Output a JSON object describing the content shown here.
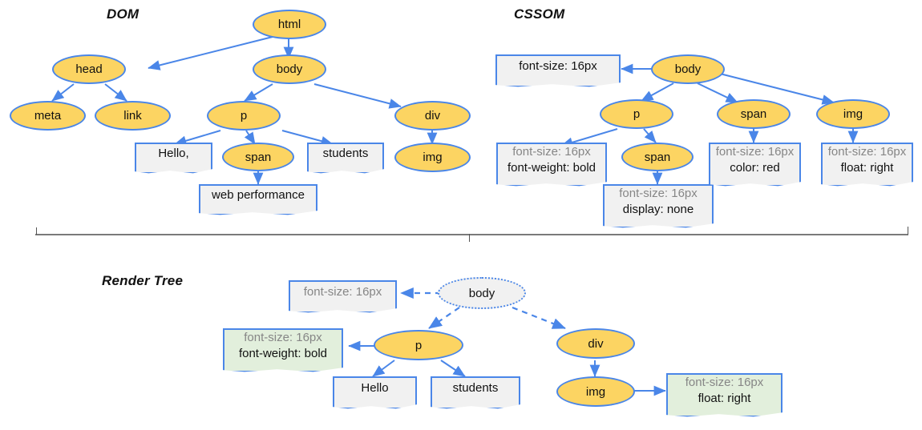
{
  "diagram": {
    "title_dom": "DOM",
    "title_cssom": "CSSOM",
    "title_render_tree": "Render Tree",
    "colors": {
      "node_fill": "#FCD462",
      "node_stroke": "#4a86e8",
      "note_fill": "#f1f1f1",
      "note_fill_green": "#e2efdc",
      "inherited_text": "#868686",
      "own_text": "#111111",
      "divider": "#7a7a7a"
    }
  },
  "dom": {
    "nodes": {
      "html": "html",
      "head": "head",
      "body": "body",
      "meta": "meta",
      "link": "link",
      "p": "p",
      "div": "div",
      "span": "span",
      "img": "img"
    },
    "text_nodes": {
      "hello": "Hello,",
      "students": "students",
      "web_performance": "web performance"
    }
  },
  "cssom": {
    "nodes": {
      "body": "body",
      "p": "p",
      "span_child_of_p": "span",
      "span": "span",
      "img": "img"
    },
    "rules": {
      "body": {
        "own": "font-size: 16px"
      },
      "p": {
        "inherited": "font-size: 16px",
        "own": "font-weight: bold"
      },
      "span_child_of_p": {
        "inherited": "font-size: 16px",
        "own": "display: none"
      },
      "span": {
        "inherited": "font-size: 16px",
        "own": "color: red"
      },
      "img": {
        "inherited": "font-size: 16px",
        "own": "float: right"
      }
    }
  },
  "render_tree": {
    "nodes": {
      "body": "body",
      "p": "p",
      "div": "div",
      "img": "img"
    },
    "text_nodes": {
      "hello": "Hello",
      "students": "students"
    },
    "rules": {
      "body": {
        "inherited": "font-size: 16px"
      },
      "p": {
        "inherited": "font-size: 16px",
        "own": "font-weight: bold"
      },
      "img": {
        "inherited": "font-size: 16px",
        "own": "float: right"
      }
    }
  }
}
